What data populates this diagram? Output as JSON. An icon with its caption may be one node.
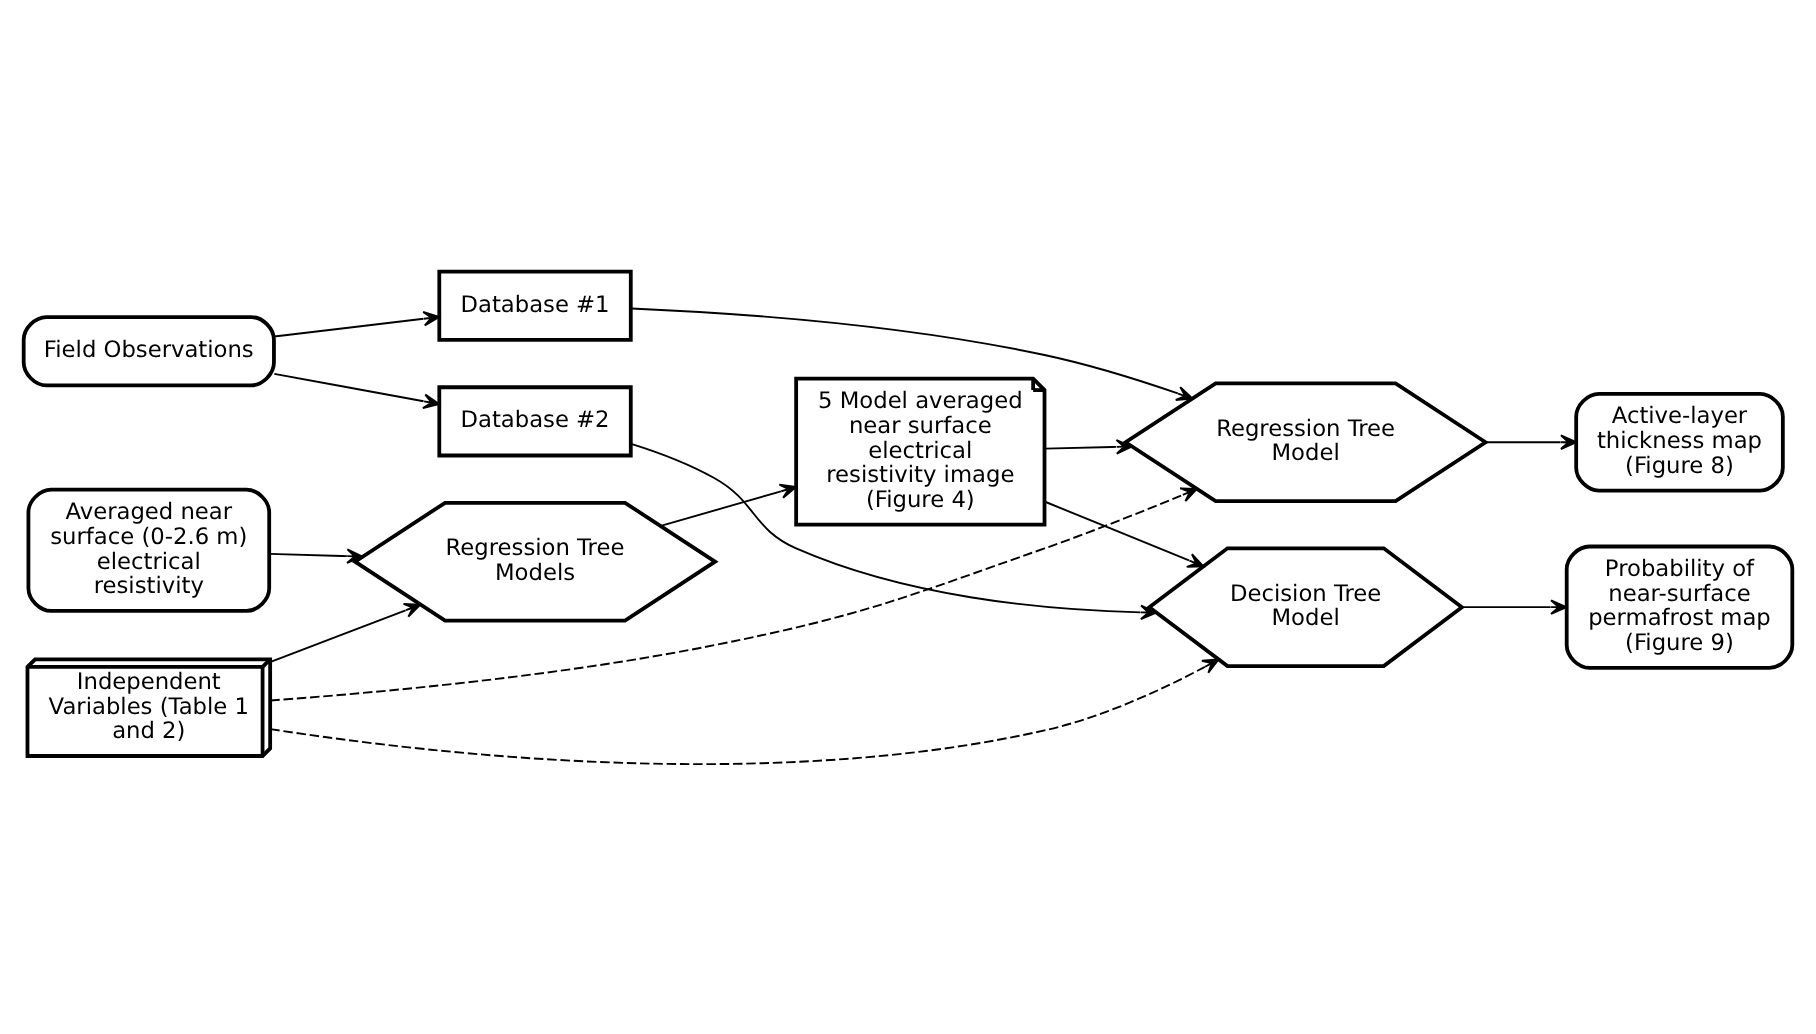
{
  "diagram": {
    "nodes": [
      {
        "text": [
          "Averaged near surface (0-2.6 m) electrical resistivity"
        ]
      },
      {
        "text": [
          "Regression Tree Models"
        ]
      },
      {
        "text": [
          "Independent Variables (Table 1 and 2)"
        ]
      },
      {
        "text": [
          "5 Model averaged near surface electrical resistivity image (Figure 4)"
        ]
      },
      {
        "text": [
          "Field Observations"
        ]
      },
      {
        "text": [
          "Database #1"
        ]
      },
      {
        "text": [
          "Database #2"
        ]
      },
      {
        "text": [
          "Regression Tree Model"
        ]
      },
      {
        "text": [
          "Decision Tree Model"
        ]
      },
      {
        "text": [
          "Active-layer thickness map (Figure 8)"
        ]
      },
      {
        "text": [
          "Probability of near-surface permafrost map (Figure 9)"
        ]
      }
    ],
    "edges": [
      {
        "from": 0,
        "to": 1,
        "arrow": "to"
      },
      {
        "from": 2,
        "to": 1,
        "arrow": "to"
      },
      {
        "from": 1,
        "to": 3,
        "arrow": "to"
      },
      {
        "from": 4,
        "to": 5,
        "arrow": "to"
      },
      {
        "from": 4,
        "to": 6,
        "arrow": "to"
      },
      {
        "from": 5,
        "to": 7,
        "arrow": "to"
      },
      {
        "from": 3,
        "to": 7,
        "arrow": "to"
      },
      {
        "from": 2,
        "to": 7,
        "arrow": "to",
        "style": "dashed"
      },
      {
        "from": 6,
        "to": 8,
        "arrow": "to"
      },
      {
        "from": 3,
        "to": 8,
        "arrow": "to"
      },
      {
        "from": 2,
        "to": 8,
        "arrow": "to",
        "style": "dashed"
      },
      {
        "from": 7,
        "to": 9,
        "arrow": "to"
      },
      {
        "from": 8,
        "to": 10,
        "arrow": "to"
      }
    ]
  }
}
